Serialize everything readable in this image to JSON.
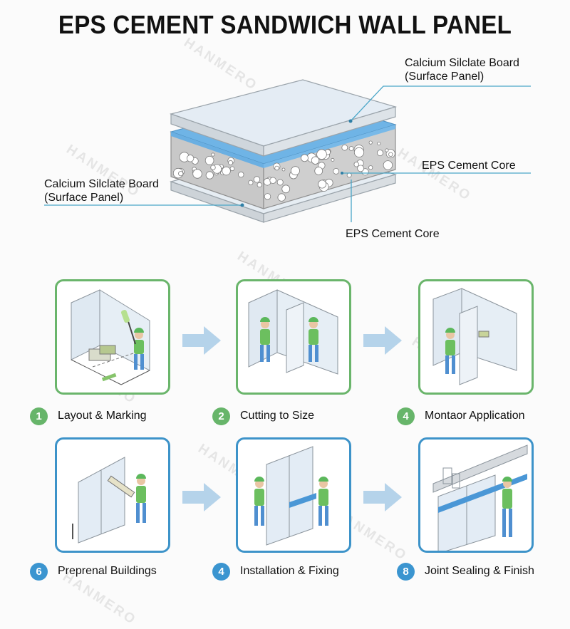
{
  "title": "EPS CEMENT SANDWICH WALL PANEL",
  "diagram": {
    "labels": {
      "top_board_line1": "Calcium Silclate Board",
      "top_board_line2": "(Surface Panel)",
      "bottom_board_line1": "Calcium Silclate Board",
      "bottom_board_line2": "(Surface Panel)",
      "core_right": "EPS Cement Core",
      "core_bottom": "EPS Cement Core"
    },
    "colors": {
      "leader_line": "#4aa6c8",
      "board": "#e8eef4",
      "core": "#c9c9c9",
      "membrane": "#6fb4e6"
    }
  },
  "steps": [
    {
      "number": "1",
      "label": "Layout & Marking",
      "color": "green",
      "illustration": "layout-marking"
    },
    {
      "number": "2",
      "label": "Cutting to Size",
      "color": "green",
      "illustration": "cutting-panel"
    },
    {
      "number": "4",
      "label": "Montaor Application",
      "color": "green",
      "illustration": "mortar-application"
    },
    {
      "number": "6",
      "label": "Preprenal Buildings",
      "color": "blue",
      "illustration": "panel-preparation"
    },
    {
      "number": "4",
      "label": "Installation & Fixing",
      "color": "blue",
      "illustration": "installation-fixing"
    },
    {
      "number": "8",
      "label": "Joint Sealing & Finish",
      "color": "blue",
      "illustration": "joint-sealing"
    }
  ],
  "watermark": "HANMERO",
  "colors": {
    "green_accent": "#67b56a",
    "blue_accent": "#3b95d0",
    "arrow": "#b5d3ea",
    "worker_shirt": "#6cbf5f",
    "worker_pants": "#4f8fd0"
  }
}
